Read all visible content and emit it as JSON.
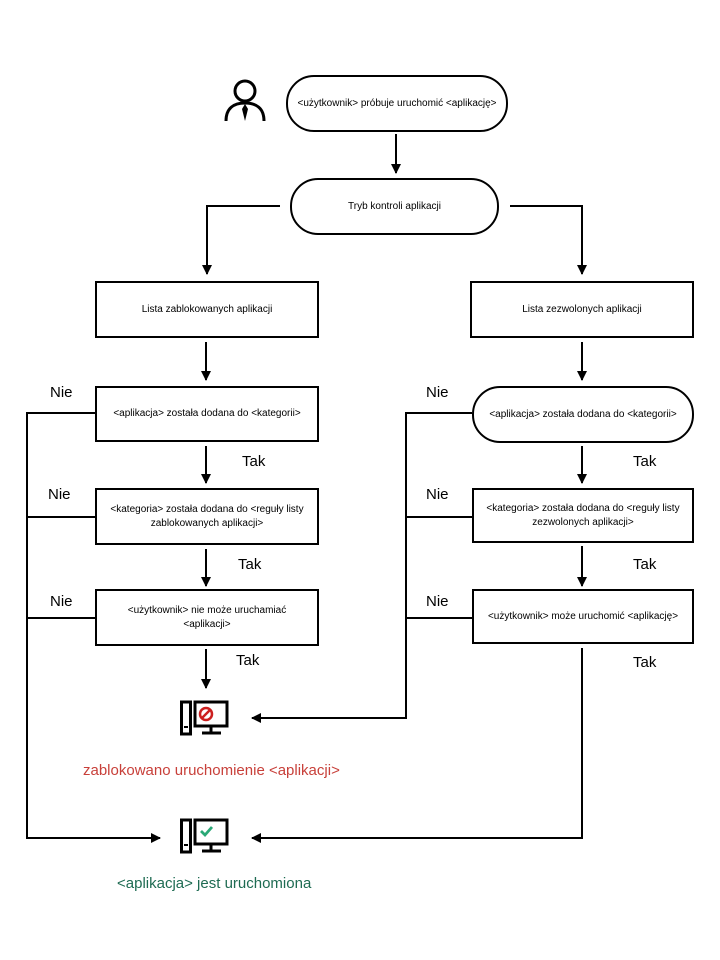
{
  "nodes": {
    "start": "<użytkownik> próbuje uruchomić <aplikację>",
    "mode": "Tryb kontroli aplikacji",
    "left_list": "Lista zablokowanych aplikacji",
    "right_list": "Lista zezwolonych aplikacji",
    "left_q1": "<aplikacja>  została dodana do <kategorii>",
    "left_q2": "<kategoria> została dodana do <reguły listy zablokowanych aplikacji>",
    "left_q3": "<użytkownik> nie może uruchamiać <aplikacji>",
    "right_q1": "<aplikacja>  została dodana do <kategorii>",
    "right_q2": "<kategoria> została dodana do <reguły listy zezwolonych aplikacji>",
    "right_q3": "<użytkownik> może uruchomić <aplikację>"
  },
  "labels": {
    "no": "Nie",
    "yes": "Tak"
  },
  "outcomes": {
    "blocked": "zablokowano uruchomienie <aplikacji>",
    "launched": "<aplikacja> jest uruchomiona"
  },
  "colors": {
    "blocked": "#c8403a",
    "launched": "#1e6b52",
    "blocked_badge": "#cc1f1f",
    "launched_badge": "#2aa876"
  },
  "icons": {
    "user": "user-icon",
    "blocked": "computer-blocked-icon",
    "launched": "computer-allowed-icon"
  }
}
